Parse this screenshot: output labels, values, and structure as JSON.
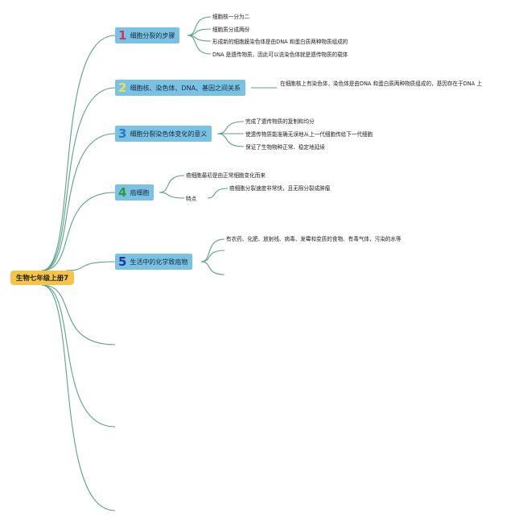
{
  "root": {
    "label": "生物七年级上册7"
  },
  "topics": [
    {
      "number": "1",
      "number_color": "#d8345f",
      "label": "细胞分裂的步骤",
      "items": [
        "细胞核一分为二",
        "细胞质分成两份",
        "形成新的细胞膜染色体是由DNA 和蛋白质两种物质组成的",
        "DNA 是遗传物质，因此可以说染色体就是遗传物质的载体"
      ]
    },
    {
      "number": "2",
      "number_color": "#e9e05a",
      "label": "细胞核、染色体、DNA、基因之间关系",
      "items": [
        "在细胞核上有染色体，染色体是由DNA 和蛋白质两种物质组成的，基因存在于DNA 上"
      ]
    },
    {
      "number": "3",
      "number_color": "#2a78c8",
      "label": "细胞分裂染色体变化的意义",
      "items": [
        "完成了遗传物质的复制和均分",
        "使遗传物质能准确无误地从上一代细胞传给下一代细胞",
        "保证了生物物种正常、稳定地延续"
      ]
    },
    {
      "number": "4",
      "number_color": "#2e9a3c",
      "label": "癌细胞",
      "items": [
        "癌细胞最初是由正常细胞变化而来",
        "特点"
      ],
      "sub_items": [
        "癌细胞分裂速度非常快，且无限分裂成肿瘤"
      ]
    },
    {
      "number": "5",
      "number_color": "#1f3d8c",
      "label": "生活中的化学致癌物",
      "items": [
        "有农药、化肥、放射线、病毒、发霉和变质的食物、有毒气体，污染的水等"
      ]
    }
  ],
  "colors": {
    "line": "#5aa08c",
    "root_fill": "#f6c548",
    "topic_fill": "#79c2e4"
  }
}
